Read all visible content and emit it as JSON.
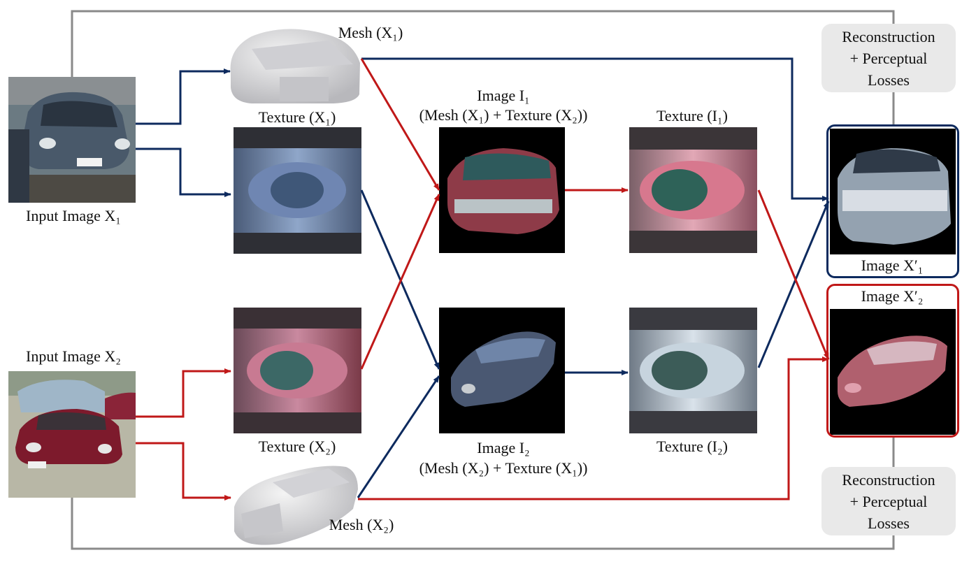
{
  "colors": {
    "blue": "#0d2a5e",
    "red": "#c01818",
    "gray_frame": "#8a8a8a",
    "loss_bg": "#e9e9e9"
  },
  "labels": {
    "input1": "Input Image X₁",
    "input2": "Input Image X₂",
    "mesh1": "Mesh (X₁)",
    "mesh2": "Mesh (X₂)",
    "tex1": "Texture (X₁)",
    "tex2": "Texture  (X₂)",
    "img1_title": "Image I₁",
    "img1_sub": "(Mesh (X₁) + Texture (X₂))",
    "img2_title": "Image I₂",
    "img2_sub": "(Mesh (X₂) + Texture (X₁))",
    "texI1": "Texture (I₁)",
    "texI2": "Texture (I₂)",
    "out1": "Image X′₁",
    "out2": "Image X′₂"
  },
  "losses": {
    "top": [
      "Reconstruction",
      "+ Perceptual",
      "Losses"
    ],
    "bottom": [
      "Reconstruction",
      "+ Perceptual",
      "Losses"
    ]
  }
}
